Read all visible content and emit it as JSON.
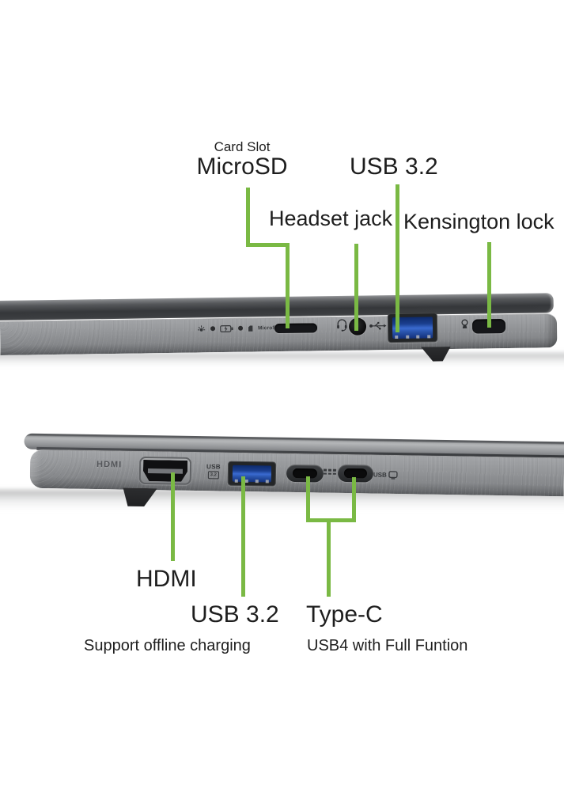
{
  "meta": {
    "description": "Laptop left and right side port views with callout annotations"
  },
  "colors": {
    "accent": "#7ab944",
    "text": "#1e1e1e",
    "body_gray": "#8e9092",
    "lid_dark": "#3c3e40",
    "usb_blue": "#2f62c4",
    "background": "#ffffff"
  },
  "right_view": {
    "card_slot_small": "Card Slot",
    "card_slot_large": "MicroSD",
    "usb_label": "USB 3.2",
    "headset_label": "Headset jack",
    "kensington_label": "Kensington lock",
    "microsd_marking": "MicroSD"
  },
  "left_view": {
    "hdmi_label": "HDMI",
    "usb_label": "USB 3.2",
    "usb_sublabel": "Support offline charging",
    "typec_label": "Type-C",
    "typec_sublabel": "USB4 with Full Funtion",
    "hdmi_marking": "HDMI",
    "usb_marking": "USB",
    "usb_marking_box": "3.2",
    "usb4_marking": "USB"
  }
}
